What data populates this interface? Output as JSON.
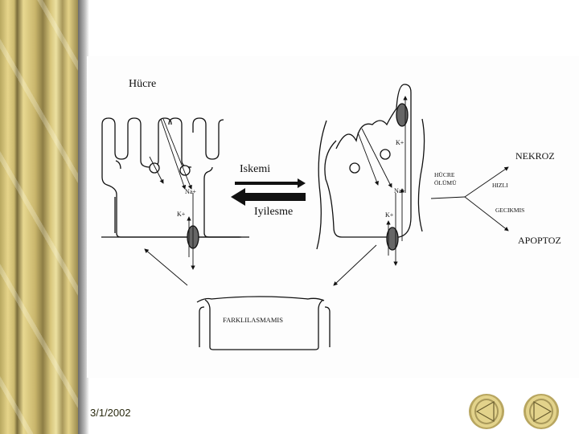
{
  "diagram": {
    "cell_label": "Hücre",
    "ischemia_label": "Iskemi",
    "recovery_label": "Iyilesme",
    "na_label": "Na+",
    "k_label": "K+",
    "cell_death_label_1": "HÜCRE",
    "cell_death_label_2": "ÖLÜMÜ",
    "fast_label": "HIZLI",
    "delayed_label": "GECIKMIS",
    "necrosis_label": "NEKROZ",
    "apoptosis_label": "APOPTOZ",
    "undifferentiated_label": "FARKLILASMAMIS"
  },
  "footer": {
    "date": "3/1/2002",
    "prev_icon": "previous-slide-icon",
    "next_icon": "next-slide-icon"
  },
  "colors": {
    "gold": "#e3d38b",
    "gold_dark": "#8a7a42"
  }
}
